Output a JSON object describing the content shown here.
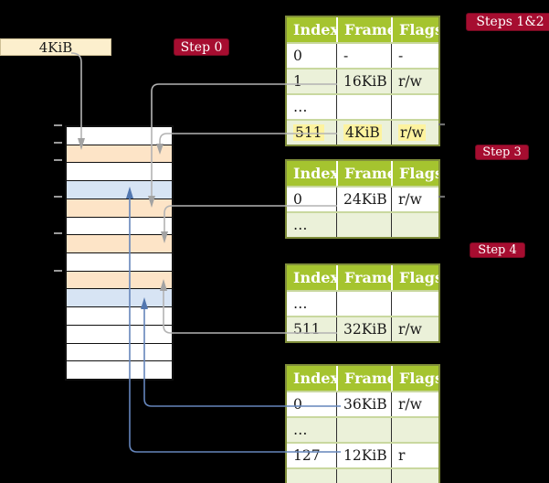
{
  "frame_size_label": "4KiB",
  "badges": {
    "step0": "Step 0",
    "steps12": "Steps 1&2",
    "step3": "Step 3",
    "step4": "Step 4"
  },
  "table_headers": {
    "index": "Index",
    "frame": "Frame",
    "flags": "Flags"
  },
  "tables": {
    "t1": {
      "rows": [
        {
          "index": "0",
          "frame": "-",
          "flags": "-",
          "shade": "white"
        },
        {
          "index": "1",
          "frame": "16KiB",
          "flags": "r/w",
          "shade": "green"
        },
        {
          "index": "…",
          "frame": "",
          "flags": "",
          "shade": "white"
        },
        {
          "index": "511",
          "frame": "4KiB",
          "flags": "r/w",
          "shade": "green",
          "highlight": "yes"
        }
      ]
    },
    "t2": {
      "rows": [
        {
          "index": "0",
          "frame": "24KiB",
          "flags": "r/w",
          "shade": "white"
        },
        {
          "index": "…",
          "frame": "",
          "flags": "",
          "shade": "green"
        }
      ]
    },
    "t3": {
      "rows": [
        {
          "index": "…",
          "frame": "",
          "flags": "",
          "shade": "white"
        },
        {
          "index": "511",
          "frame": "32KiB",
          "flags": "r/w",
          "shade": "green"
        }
      ]
    },
    "t4": {
      "rows": [
        {
          "index": "0",
          "frame": "36KiB",
          "flags": "r/w",
          "shade": "white"
        },
        {
          "index": "…",
          "frame": "",
          "flags": "",
          "shade": "green"
        },
        {
          "index": "127",
          "frame": "12KiB",
          "flags": "r",
          "shade": "white"
        },
        {
          "index": "…",
          "frame": "",
          "flags": "",
          "shade": "green"
        }
      ]
    }
  },
  "memory": {
    "rows": [
      {
        "shade": "white"
      },
      {
        "shade": "orange"
      },
      {
        "shade": "white"
      },
      {
        "shade": "blue"
      },
      {
        "shade": "orange"
      },
      {
        "shade": "white"
      },
      {
        "shade": "orange"
      },
      {
        "shade": "white"
      },
      {
        "shade": "orange"
      },
      {
        "shade": "blue"
      },
      {
        "shade": "white"
      },
      {
        "shade": "white"
      },
      {
        "shade": "white"
      },
      {
        "shade": "white"
      }
    ]
  },
  "colors": {
    "badge_red": "#a60d30",
    "table_header_green": "#a5c42f",
    "table_row_green": "#ebf1d9",
    "table_border_olive": "#7f8d3a",
    "highlight_yellow": "#fdf39f",
    "frame_label_cream": "#fcefcd",
    "frame_orange": "#fde4c7",
    "frame_blue": "#d7e4f4",
    "connector_gray": "#b3b3b3",
    "connector_blue": "#6585bb"
  }
}
